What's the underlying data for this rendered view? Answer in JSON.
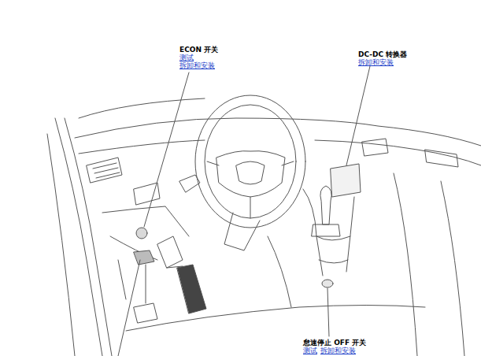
{
  "diagram": {
    "labels": [
      "ECON 开关",
      "测试",
      "拆卸和安装",
      "DC-DC 转换器",
      "拆卸和安装",
      "怠速停止 OFF 开关",
      "测试",
      "拆卸和安装"
    ]
  }
}
